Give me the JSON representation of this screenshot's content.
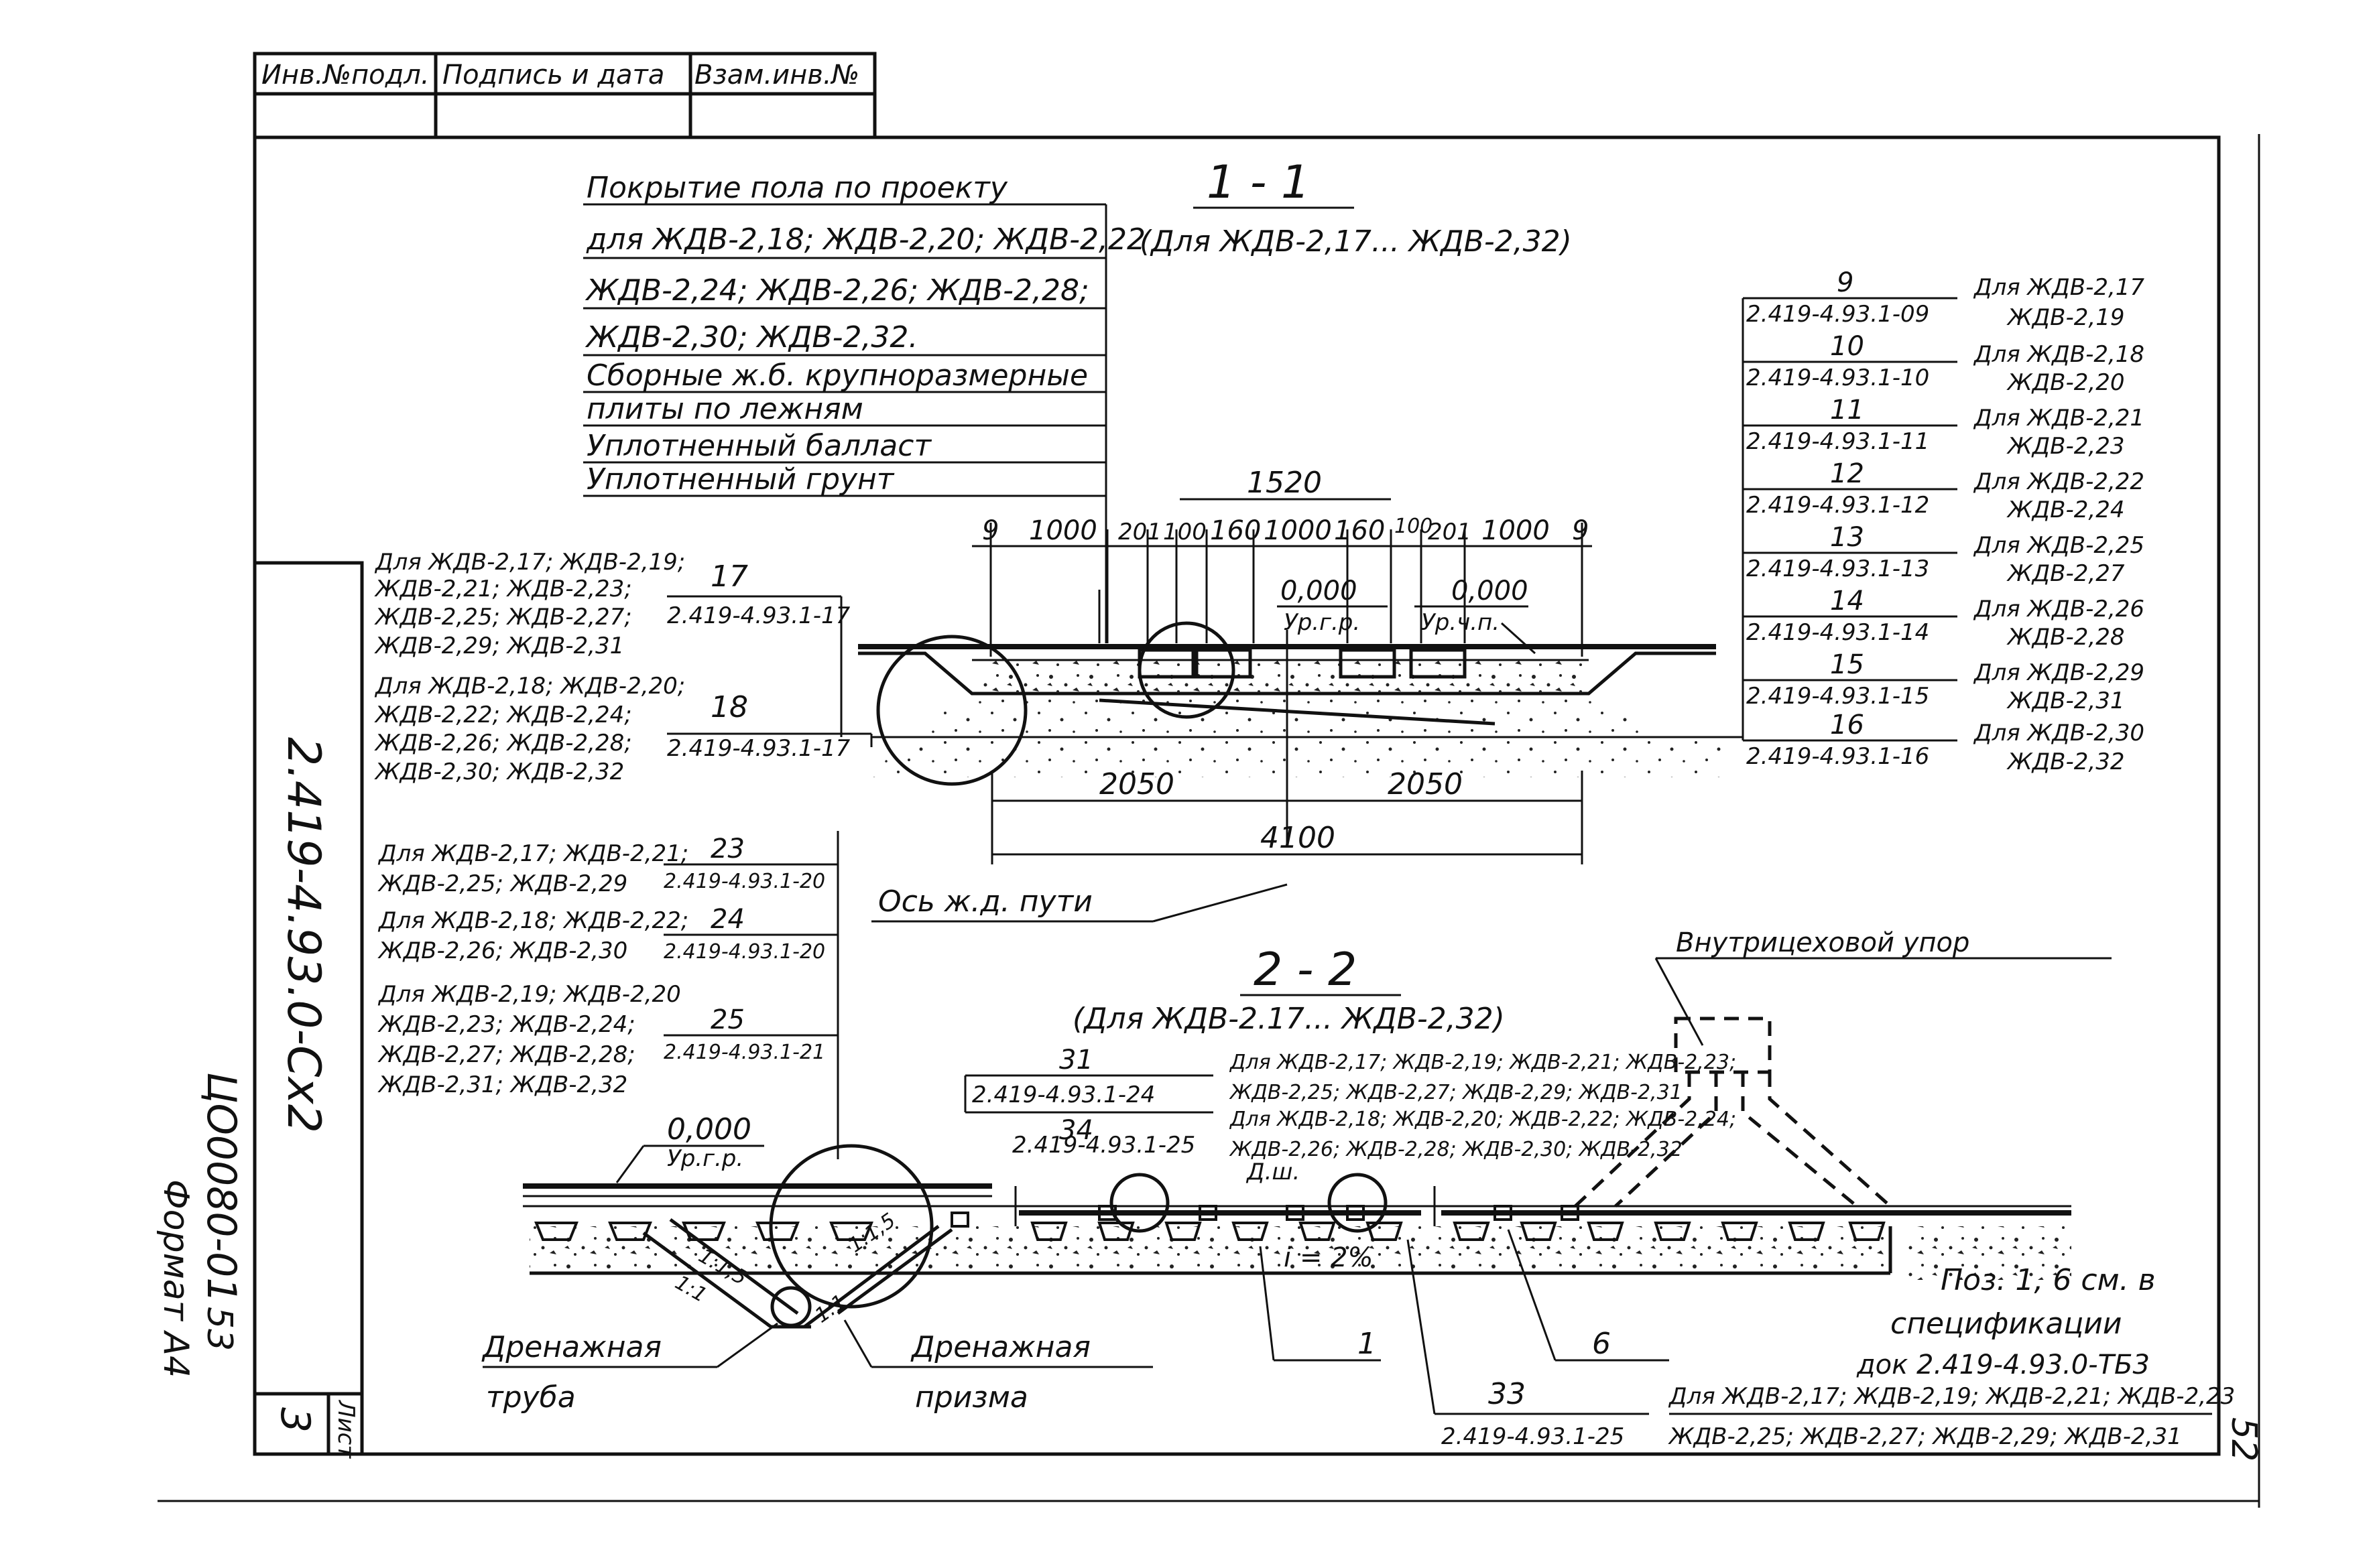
{
  "stamp": {
    "inv_podl": "Инв.№подл.",
    "podpis": "Подпись и дата",
    "vzam": "Взам.инв.№"
  },
  "layers": [
    "Покрытие пола по проекту",
    "для ЖДВ-2,18; ЖДВ-2,20; ЖДВ-2,22",
    "ЖДВ-2,24; ЖДВ-2,26; ЖДВ-2,28;",
    "ЖДВ-2,30; ЖДВ-2,32.",
    "Сборные ж.б. крупноразмерные",
    "плиты по лежням",
    "Уплотненный балласт",
    "Уплотненный грунт"
  ],
  "section_1_1": {
    "title": "1 - 1",
    "subtitle": "(Для ЖДВ-2,17... ЖДВ-2,32)",
    "dim_top": "1520",
    "dims": [
      "9",
      "1000",
      "201",
      "100",
      "160",
      "1000",
      "160",
      "100",
      "201",
      "1000",
      "9"
    ],
    "levels": [
      {
        "value": "0,000",
        "label": "Ур.г.р."
      },
      {
        "value": "0,000",
        "label": "Ур.ч.п."
      }
    ],
    "dim_half_left": "2050",
    "dim_half_right": "2050",
    "dim_total": "4100",
    "axis_label": "Ось ж.д. пути"
  },
  "left_refs_1": [
    {
      "text": [
        "Для ЖДВ-2,17; ЖДВ-2,19;",
        "ЖДВ-2,21; ЖДВ-2,23;",
        "ЖДВ-2,25; ЖДВ-2,27;",
        "ЖДВ-2,29; ЖДВ-2,31"
      ],
      "num": "17",
      "doc": "2.419-4.93.1-17"
    },
    {
      "text": [
        "Для ЖДВ-2,18; ЖДВ-2,20;",
        "ЖДВ-2,22; ЖДВ-2,24;",
        "ЖДВ-2,26; ЖДВ-2,28;",
        "ЖДВ-2,30; ЖДВ-2,32"
      ],
      "num": "18",
      "doc": "2.419-4.93.1-17"
    }
  ],
  "left_refs_2": [
    {
      "text": [
        "Для ЖДВ-2,17; ЖДВ-2,21;",
        "ЖДВ-2,25; ЖДВ-2,29"
      ],
      "num": "23",
      "doc": "2.419-4.93.1-20"
    },
    {
      "text": [
        "Для ЖДВ-2,18; ЖДВ-2,22;",
        "ЖДВ-2,26; ЖДВ-2,30"
      ],
      "num": "24",
      "doc": "2.419-4.93.1-20"
    },
    {
      "text": [
        "Для ЖДВ-2,19; ЖДВ-2,20",
        "ЖДВ-2,23; ЖДВ-2,24;",
        "ЖДВ-2,27; ЖДВ-2,28;",
        "ЖДВ-2,31; ЖДВ-2,32"
      ],
      "num": "25",
      "doc": "2.419-4.93.1-21"
    }
  ],
  "right_refs": [
    {
      "num": "9",
      "doc": "2.419-4.93.1-09",
      "for": [
        "Для ЖДВ-2,17",
        "ЖДВ-2,19"
      ]
    },
    {
      "num": "10",
      "doc": "2.419-4.93.1-10",
      "for": [
        "Для ЖДВ-2,18",
        "ЖДВ-2,20"
      ]
    },
    {
      "num": "11",
      "doc": "2.419-4.93.1-11",
      "for": [
        "Для ЖДВ-2,21",
        "ЖДВ-2,23"
      ]
    },
    {
      "num": "12",
      "doc": "2.419-4.93.1-12",
      "for": [
        "Для ЖДВ-2,22",
        "ЖДВ-2,24"
      ]
    },
    {
      "num": "13",
      "doc": "2.419-4.93.1-13",
      "for": [
        "Для ЖДВ-2,25",
        "ЖДВ-2,27"
      ]
    },
    {
      "num": "14",
      "doc": "2.419-4.93.1-14",
      "for": [
        "Для ЖДВ-2,26",
        "ЖДВ-2,28"
      ]
    },
    {
      "num": "15",
      "doc": "2.419-4.93.1-15",
      "for": [
        "Для ЖДВ-2,29",
        "ЖДВ-2,31"
      ]
    },
    {
      "num": "16",
      "doc": "2.419-4.93.1-16",
      "for": [
        "Для ЖДВ-2,30",
        "ЖДВ-2,32"
      ]
    }
  ],
  "section_2_2": {
    "title": "2 - 2",
    "subtitle": "(Для ЖДВ-2.17... ЖДВ-2,32)",
    "ref_31": {
      "num": "31",
      "doc": "2.419-4.93.1-24"
    },
    "ref_34": {
      "num": "34",
      "doc": "2.419-4.93.1-25"
    },
    "for_31": [
      "Для ЖДВ-2,17; ЖДВ-2,19; ЖДВ-2,21; ЖДВ-2,23;",
      "ЖДВ-2,25; ЖДВ-2,27; ЖДВ-2,29; ЖДВ-2,31"
    ],
    "for_34": [
      "Для ЖДВ-2,18; ЖДВ-2,20; ЖДВ-2,22; ЖДВ-2,24;",
      "ЖДВ-2,26; ЖДВ-2,28; ЖДВ-2,30; ЖДВ-2,32"
    ],
    "level_value": "0,000",
    "level_label": "Ур.г.р.",
    "stop_label": "Внутрицеховой упор",
    "slope": "i = 2%",
    "slopes": [
      "1:1,5",
      "1:1",
      "1:1,5",
      "1:1"
    ],
    "dsh": "Д.ш.",
    "drain_pipe": [
      "Дренажная",
      "труба"
    ],
    "drain_prism": [
      "Дренажная",
      "призма"
    ],
    "callout_1": "1",
    "callout_6": "6",
    "note": [
      "Поз. 1, 6 см. в",
      "спецификации",
      "док 2.419-4.93.0-ТБ3"
    ],
    "ref_33": {
      "num": "33",
      "doc": "2.419-4.93.1-25"
    },
    "for_33": [
      "Для ЖДВ-2,17; ЖДВ-2,19; ЖДВ-2,21; ЖДВ-2,23",
      "ЖДВ-2,25; ЖДВ-2,27; ЖДВ-2,29; ЖДВ-2,31"
    ]
  },
  "title_block": {
    "doc_code": "2.419-4.93.0-Сх2",
    "sheet_label": "Лист",
    "sheet_num": "3",
    "archive_code": "ЦО0080-01",
    "archive_num": "53",
    "format": "Формат А4",
    "page_num": "52"
  }
}
